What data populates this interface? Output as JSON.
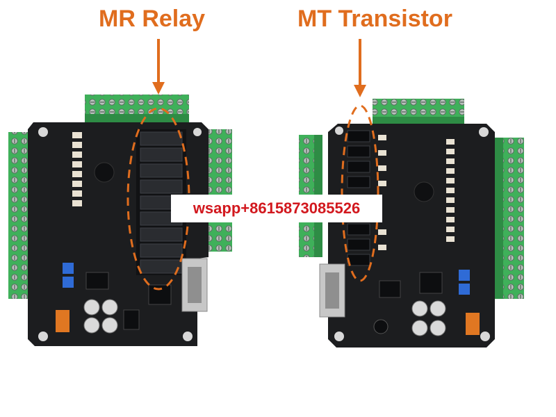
{
  "labels": {
    "left": "MR Relay",
    "right": "MT Transistor"
  },
  "watermark": "wsapp+8615873085526",
  "colors": {
    "label": "#e06d1e",
    "arrow": "#e06d1e",
    "watermark": "#d2181e",
    "pcb": "#1c1d1f",
    "terminal": "#3fb05a"
  }
}
